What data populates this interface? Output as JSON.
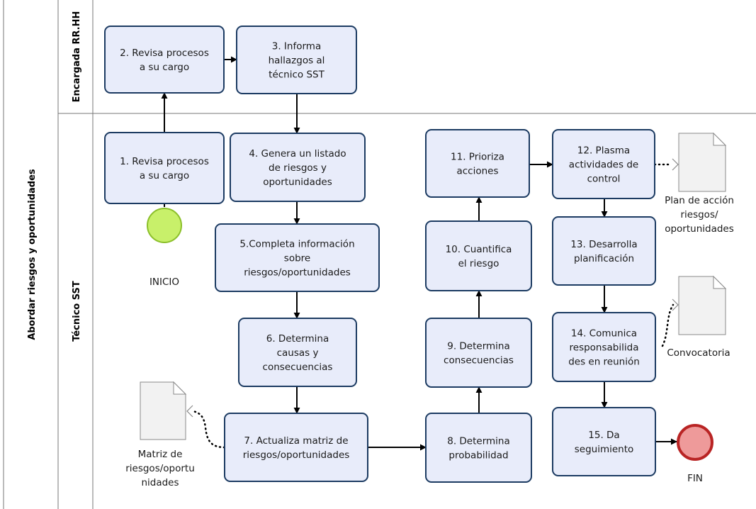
{
  "pool": {
    "title": "Abordar riesgos y oportunidades"
  },
  "lanes": [
    {
      "title": "Encargada RR.HH"
    },
    {
      "title": "Técnico SST"
    }
  ],
  "tasks": [
    {
      "lines": [
        "1. Revisa procesos",
        "a su cargo"
      ]
    },
    {
      "lines": [
        "2. Revisa procesos",
        "a su cargo"
      ]
    },
    {
      "lines": [
        "3. Informa",
        "hallazgos al",
        "técnico SST"
      ]
    },
    {
      "lines": [
        "4. Genera un listado",
        "de riesgos y",
        "oportunidades"
      ]
    },
    {
      "lines": [
        "5.Completa información",
        "sobre",
        "riesgos/oportunidades"
      ]
    },
    {
      "lines": [
        "6. Determina",
        "causas y",
        "consecuencias"
      ]
    },
    {
      "lines": [
        "7. Actualiza matriz de",
        "riesgos/oportunidades"
      ]
    },
    {
      "lines": [
        "8. Determina",
        "probabilidad"
      ]
    },
    {
      "lines": [
        "9. Determina",
        "consecuencias"
      ]
    },
    {
      "lines": [
        "10. Cuantifica",
        "el riesgo"
      ]
    },
    {
      "lines": [
        "11. Prioriza",
        "acciones"
      ]
    },
    {
      "lines": [
        "12. Plasma",
        "actividades de",
        "control"
      ]
    },
    {
      "lines": [
        "13. Desarrolla",
        "planificación"
      ]
    },
    {
      "lines": [
        "14. Comunica",
        "responsabilida",
        "des en reunión"
      ]
    },
    {
      "lines": [
        "15. Da",
        "seguimiento"
      ]
    }
  ],
  "events": {
    "start": {
      "label": "INICIO",
      "color": "#c8f06a",
      "stroke": "#8bbf2a"
    },
    "end": {
      "label": "FIN",
      "color": "#ee9a9a",
      "stroke": "#b92424"
    }
  },
  "documents": [
    {
      "lines": [
        "Plan de acción",
        "riesgos/",
        "oportunidades"
      ]
    },
    {
      "lines": [
        "Convocatoria"
      ]
    },
    {
      "lines": [
        "Matriz de",
        "riesgos/oportu",
        "nidades"
      ]
    }
  ],
  "colors": {
    "task_fill": "#e8ecfa",
    "task_stroke": "#1c3b62"
  }
}
